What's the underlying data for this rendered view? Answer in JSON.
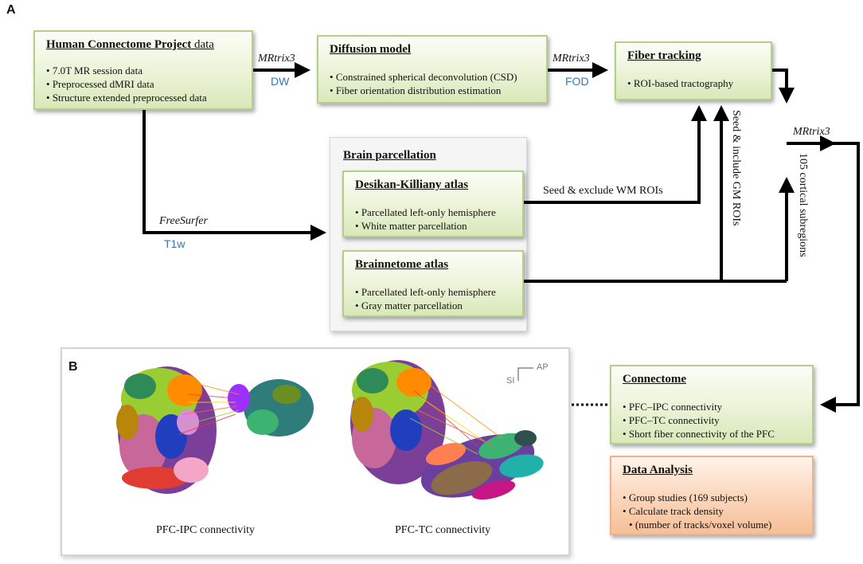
{
  "panels": {
    "a": "A",
    "b": "B"
  },
  "hcp": {
    "title_bold": "Human Connectome Project",
    "title_rest": " data",
    "items": [
      "7.0T MR session data",
      "Preprocessed dMRI data",
      "Structure extended preprocessed data"
    ]
  },
  "diffusion": {
    "title": "Diffusion model",
    "items": [
      "Constrained spherical deconvolution (CSD)",
      "Fiber orientation distribution estimation"
    ]
  },
  "fiber": {
    "title": "Fiber tracking",
    "items": [
      "ROI-based tractography"
    ]
  },
  "parcellation": {
    "title": "Brain parcellation",
    "dk": {
      "title": "Desikan-Killiany atlas",
      "items": [
        "Parcellated left-only hemisphere",
        "White matter parcellation"
      ]
    },
    "bn": {
      "title": "Brainnetome atlas",
      "items": [
        "Parcellated left-only hemisphere",
        "Gray matter parcellation"
      ]
    }
  },
  "connectome": {
    "title": "Connectome",
    "items": [
      "PFC–IPC connectivity",
      "PFC–TC connectivity",
      "Short fiber connectivity of the PFC"
    ]
  },
  "analysis": {
    "title": "Data Analysis",
    "items": [
      "Group studies (169 subjects)",
      "Calculate track density",
      "(number of tracks/voxel volume)"
    ]
  },
  "labels": {
    "mrtrix1": "MRtrix3",
    "dw": "DW",
    "mrtrix2": "MRtrix3",
    "fod": "FOD",
    "mrtrix3": "MRtrix3",
    "freesurfer": "FreeSurfer",
    "t1w": "T1w",
    "seed_exclude": "Seed & exclude WM ROIs",
    "seed_include": "Seed & include GM ROIs",
    "subregions": "105 cortical subregions"
  },
  "panel_b": {
    "caption_left": "PFC-IPC connectivity",
    "caption_right": "PFC-TC connectivity",
    "axis_ap": "AP",
    "axis_si": "SI"
  },
  "colors": {
    "green_border": "#b5cf8a",
    "orange_border": "#f2b18b",
    "accent_blue": "#3a74b5"
  }
}
